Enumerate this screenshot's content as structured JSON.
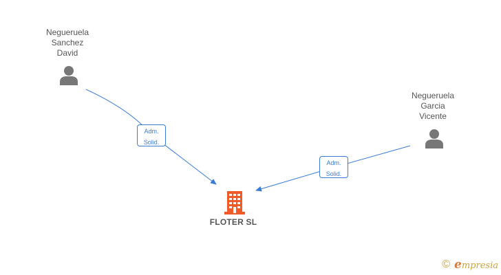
{
  "nodes": {
    "person_1": {
      "name_lines": [
        "Negueruela",
        "Sanchez",
        "David"
      ],
      "icon": "person-icon"
    },
    "person_2": {
      "name_lines": [
        "Negueruela",
        "Garcia",
        "Vicente"
      ],
      "icon": "person-icon"
    },
    "company": {
      "name": "FLOTER SL",
      "icon": "building-icon"
    }
  },
  "edges": [
    {
      "from": "person_1",
      "to": "company",
      "label_lines": [
        "Adm.",
        "Solid."
      ]
    },
    {
      "from": "person_2",
      "to": "company",
      "label_lines": [
        "Adm.",
        "Solid."
      ]
    }
  ],
  "colors": {
    "edge": "#3a7bd5",
    "person": "#777777",
    "company": "#f05a28",
    "brand": "#c9a33a"
  },
  "brand": {
    "copyright_symbol": "©",
    "first_letter": "e",
    "rest": "mpresia"
  }
}
